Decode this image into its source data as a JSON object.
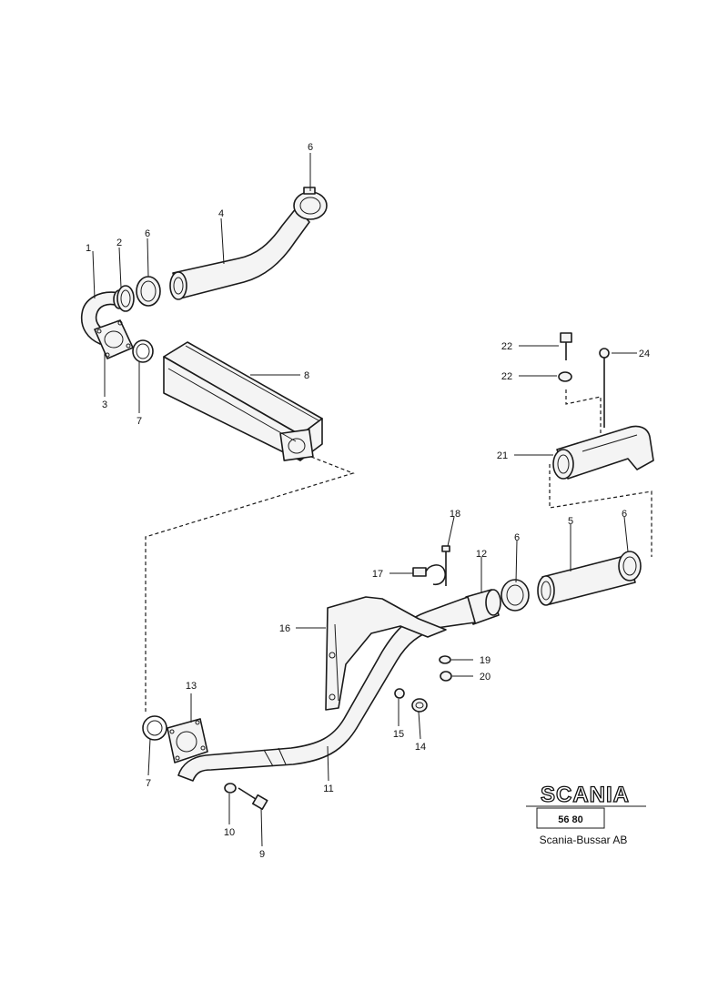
{
  "callouts": {
    "c1": "1",
    "c2": "2",
    "c3": "3",
    "c4": "4",
    "c5a": "5",
    "c6a": "6",
    "c6b": "6",
    "c6c": "6",
    "c6d": "6",
    "c7a": "7",
    "c7b": "7",
    "c8": "8",
    "c9": "9",
    "c10": "10",
    "c11": "11",
    "c12": "12",
    "c13": "13",
    "c14": "14",
    "c15": "15",
    "c16": "16",
    "c17": "17",
    "c18": "18",
    "c19": "19",
    "c20": "20",
    "c21": "21",
    "c22a": "22",
    "c22b": "22",
    "c24": "24"
  },
  "logo": {
    "brand": "SCANIA",
    "page_code": "56 80",
    "company": "Scania-Bussar AB"
  }
}
